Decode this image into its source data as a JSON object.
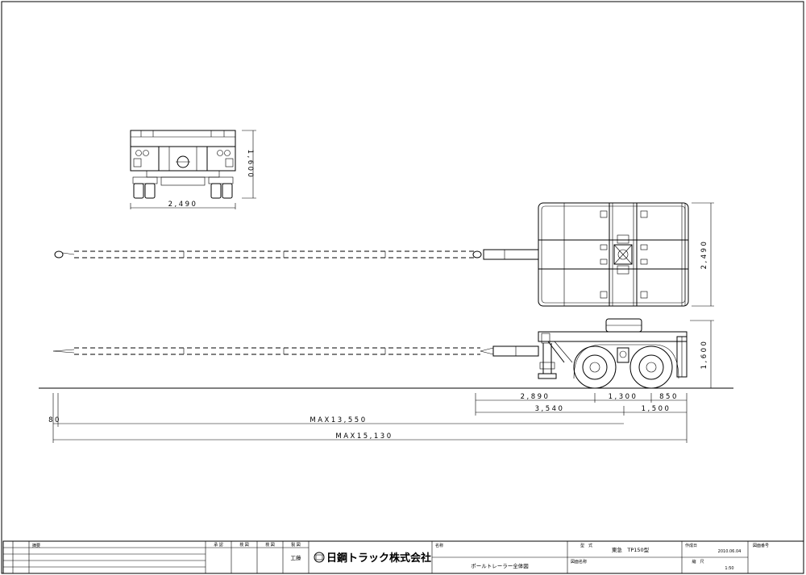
{
  "dimensions": {
    "rear_height": "1,600",
    "rear_width": "2,490",
    "top_width": "2,490",
    "side_height": "1,600",
    "d_2890": "2,890",
    "d_1300": "1,300",
    "d_850": "850",
    "d_3540": "3,540",
    "d_1500": "1,500",
    "d_80": "80",
    "max_13550": "MAX13,550",
    "max_15130": "MAX15,130"
  },
  "title_block": {
    "left_label": "摘要",
    "stamps": [
      "承 認",
      "検 図",
      "検 図",
      "製 図"
    ],
    "drafter": "工藤",
    "company": "日鋼トラック株式会社",
    "name_label": "名称",
    "drawing_title": "ポールトレーラー全体図",
    "model_label": "型　式",
    "model_value": "東急　TP150型",
    "drawing_name_label": "図面名称",
    "date_label": "作成日",
    "date_value": "2010.06.04",
    "scale_label": "縮　尺",
    "scale_value": "1:50",
    "number_label": "図面番号"
  }
}
